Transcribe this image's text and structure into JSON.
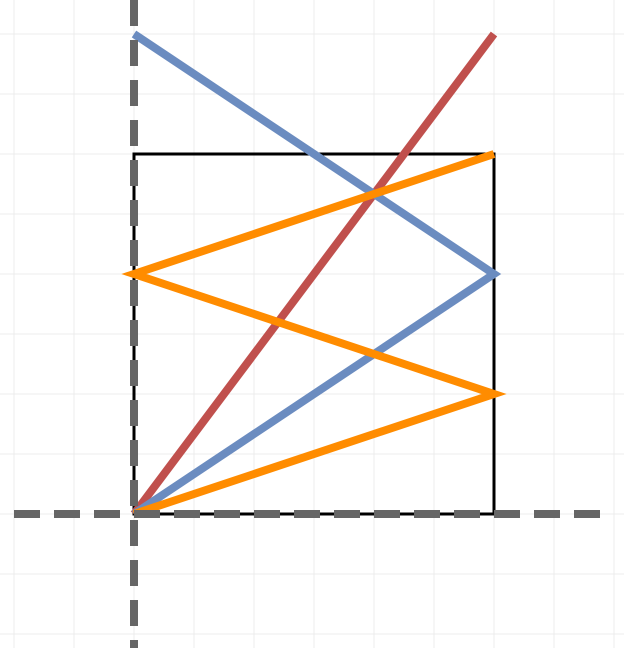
{
  "diagram": {
    "grid": true,
    "axes": {
      "style": "dashed",
      "color": "#666666"
    },
    "square": {
      "corners": [
        [
          0,
          0
        ],
        [
          3,
          0
        ],
        [
          3,
          3
        ],
        [
          0,
          3
        ]
      ],
      "color": "#000000"
    },
    "paths": [
      {
        "id": "red-diagonal",
        "color": "#c0504d",
        "points": [
          [
            0,
            0
          ],
          [
            3,
            4
          ]
        ]
      },
      {
        "id": "blue-zigzag",
        "color": "#6b8cc0",
        "points": [
          [
            0,
            0
          ],
          [
            3,
            2
          ],
          [
            0,
            4
          ]
        ]
      },
      {
        "id": "orange-zigzag",
        "color": "#ff8c00",
        "points": [
          [
            0,
            0
          ],
          [
            3,
            1
          ],
          [
            0,
            2
          ],
          [
            3,
            3
          ]
        ]
      }
    ]
  }
}
